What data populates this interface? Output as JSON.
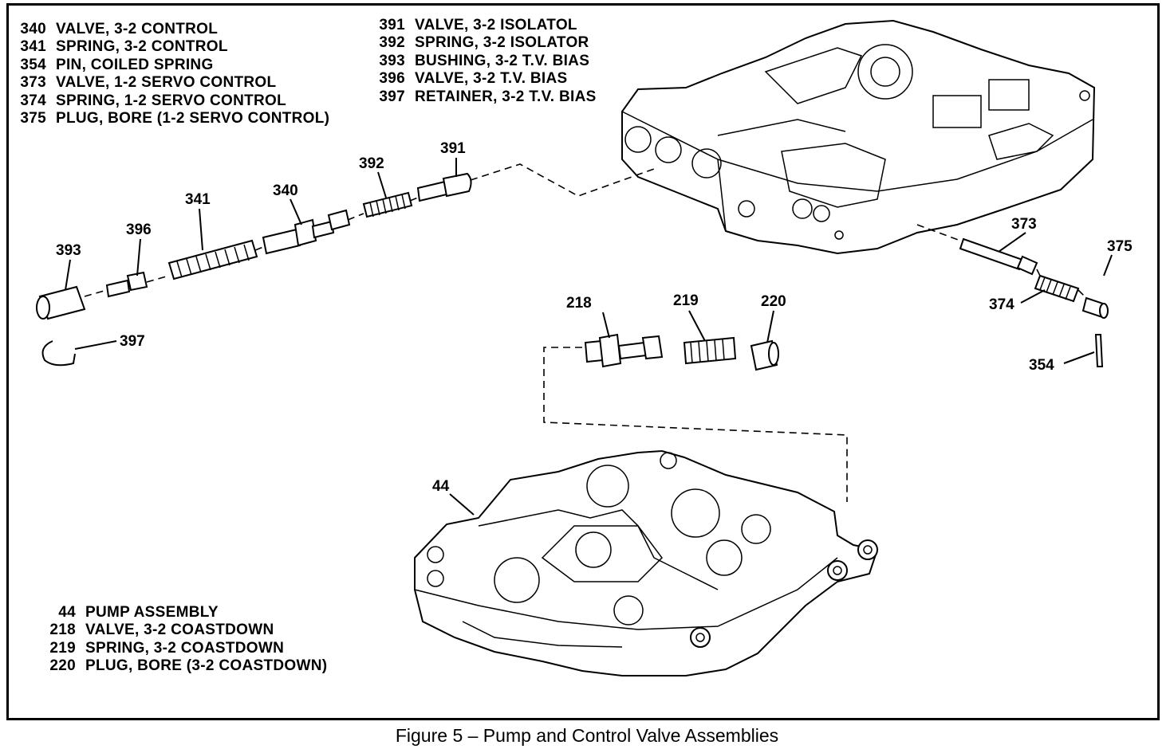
{
  "legend_top_left": [
    {
      "num": "340",
      "text": "VALVE, 3-2 CONTROL"
    },
    {
      "num": "341",
      "text": "SPRING, 3-2 CONTROL"
    },
    {
      "num": "354",
      "text": "PIN, COILED SPRING"
    },
    {
      "num": "373",
      "text": "VALVE, 1-2 SERVO CONTROL"
    },
    {
      "num": "374",
      "text": "SPRING, 1-2 SERVO CONTROL"
    },
    {
      "num": "375",
      "text": "PLUG, BORE (1-2 SERVO CONTROL)"
    }
  ],
  "legend_top_right": [
    {
      "num": "391",
      "text": "VALVE, 3-2 ISOLATOL"
    },
    {
      "num": "392",
      "text": "SPRING, 3-2 ISOLATOR"
    },
    {
      "num": "393",
      "text": "BUSHING, 3-2 T.V. BIAS"
    },
    {
      "num": "396",
      "text": "VALVE, 3-2 T.V. BIAS"
    },
    {
      "num": "397",
      "text": "RETAINER, 3-2 T.V. BIAS"
    }
  ],
  "legend_bottom": [
    {
      "num": "44",
      "text": "PUMP ASSEMBLY"
    },
    {
      "num": "218",
      "text": "VALVE, 3-2 COASTDOWN"
    },
    {
      "num": "219",
      "text": "SPRING, 3-2 COASTDOWN"
    },
    {
      "num": "220",
      "text": "PLUG, BORE (3-2 COASTDOWN)"
    }
  ],
  "callouts": {
    "c391": "391",
    "c392": "392",
    "c340": "340",
    "c341": "341",
    "c396": "396",
    "c393": "393",
    "c397": "397",
    "c373": "373",
    "c375": "375",
    "c374": "374",
    "c354": "354",
    "c218": "218",
    "c219": "219",
    "c220": "220",
    "c44": "44"
  },
  "caption": "Figure 5 – Pump and Control Valve Assemblies"
}
